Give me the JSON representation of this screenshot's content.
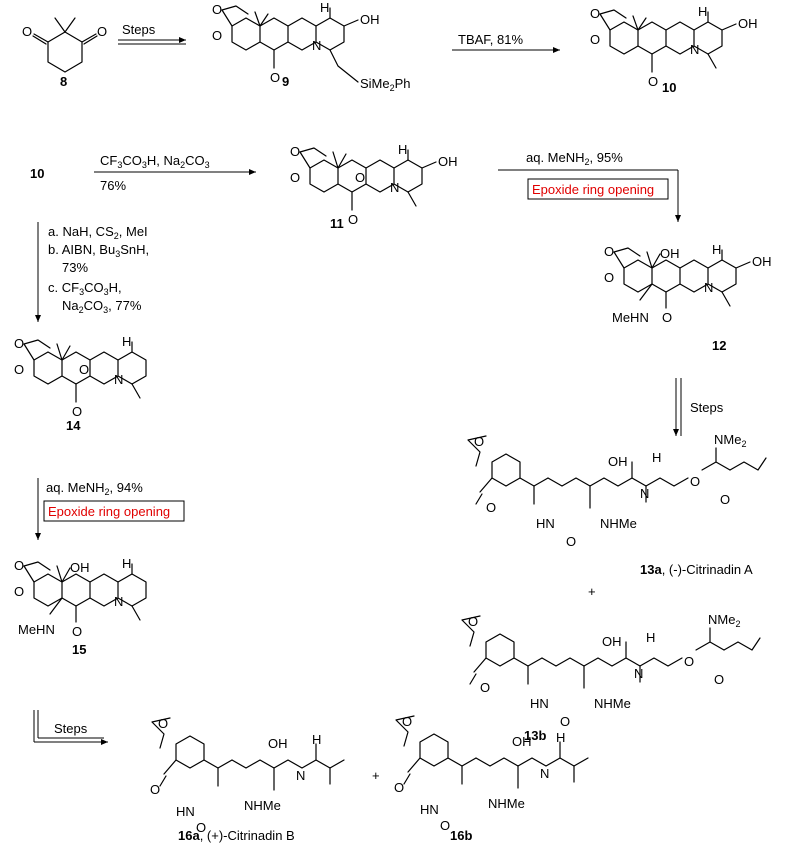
{
  "compounds": {
    "c8": "8",
    "c9": "9",
    "c10": "10",
    "c10_start": "10",
    "c11": "11",
    "c12": "12",
    "c13a": "13a",
    "c13a_name": ", (-)-Citrinadin A",
    "c13b": "13b",
    "c14": "14",
    "c15": "15",
    "c16a": "16a",
    "c16a_name": ", (+)-Citrinadin B",
    "c16b": "16b"
  },
  "conditions": {
    "steps_1": "Steps",
    "tbaf": "TBAF, 81%",
    "cf3co3h_line": "CF",
    "cf3co3h_sub": "3",
    "cf3co3h_rest": "CO",
    "cf3co3h_sub2": "3",
    "cf3co3h_tail": "H, Na",
    "cf3co3h_sub3": "2",
    "cf3co3h_tail2": "CO",
    "cf3co3h_sub4": "3",
    "yield_76": "76%",
    "memnh2_95": "aq. MeNH",
    "memnh2_95_sub": "2",
    "memnh2_95_tail": ", 95%",
    "epoxide_1": "Epoxide ring opening",
    "step_a": "a. NaH, CS",
    "step_a_sub": "2",
    "step_a_tail": ", MeI",
    "step_b": "b. AIBN, Bu",
    "step_b_sub": "3",
    "step_b_tail": "SnH,",
    "yield_73": "73%",
    "step_c": "c. CF",
    "step_c_sub": "3",
    "step_c_tail": "CO",
    "step_c_sub2": "3",
    "step_c_tail2": "H,",
    "step_c2": "Na",
    "step_c2_sub": "2",
    "step_c2_tail": "CO",
    "step_c2_sub2": "3",
    "step_c2_tail2": ", 77%",
    "steps_2": "Steps",
    "memnh2_94": "aq. MeNH",
    "memnh2_94_sub": "2",
    "memnh2_94_tail": ", 94%",
    "epoxide_2": "Epoxide ring opening",
    "steps_3": "Steps",
    "plus1": "+",
    "plus2": "+"
  },
  "atoms": {
    "oh": "OH",
    "o": "O",
    "n": "N",
    "h": "H",
    "sime2ph": "SiMe",
    "sime2ph_sub": "2",
    "sime2ph_tail": "Ph",
    "mehn": "MeHN",
    "nhme": "NHMe",
    "hn": "HN",
    "nme2": "NMe",
    "nme2_sub": "2"
  },
  "colors": {
    "highlight": "#e00000"
  }
}
